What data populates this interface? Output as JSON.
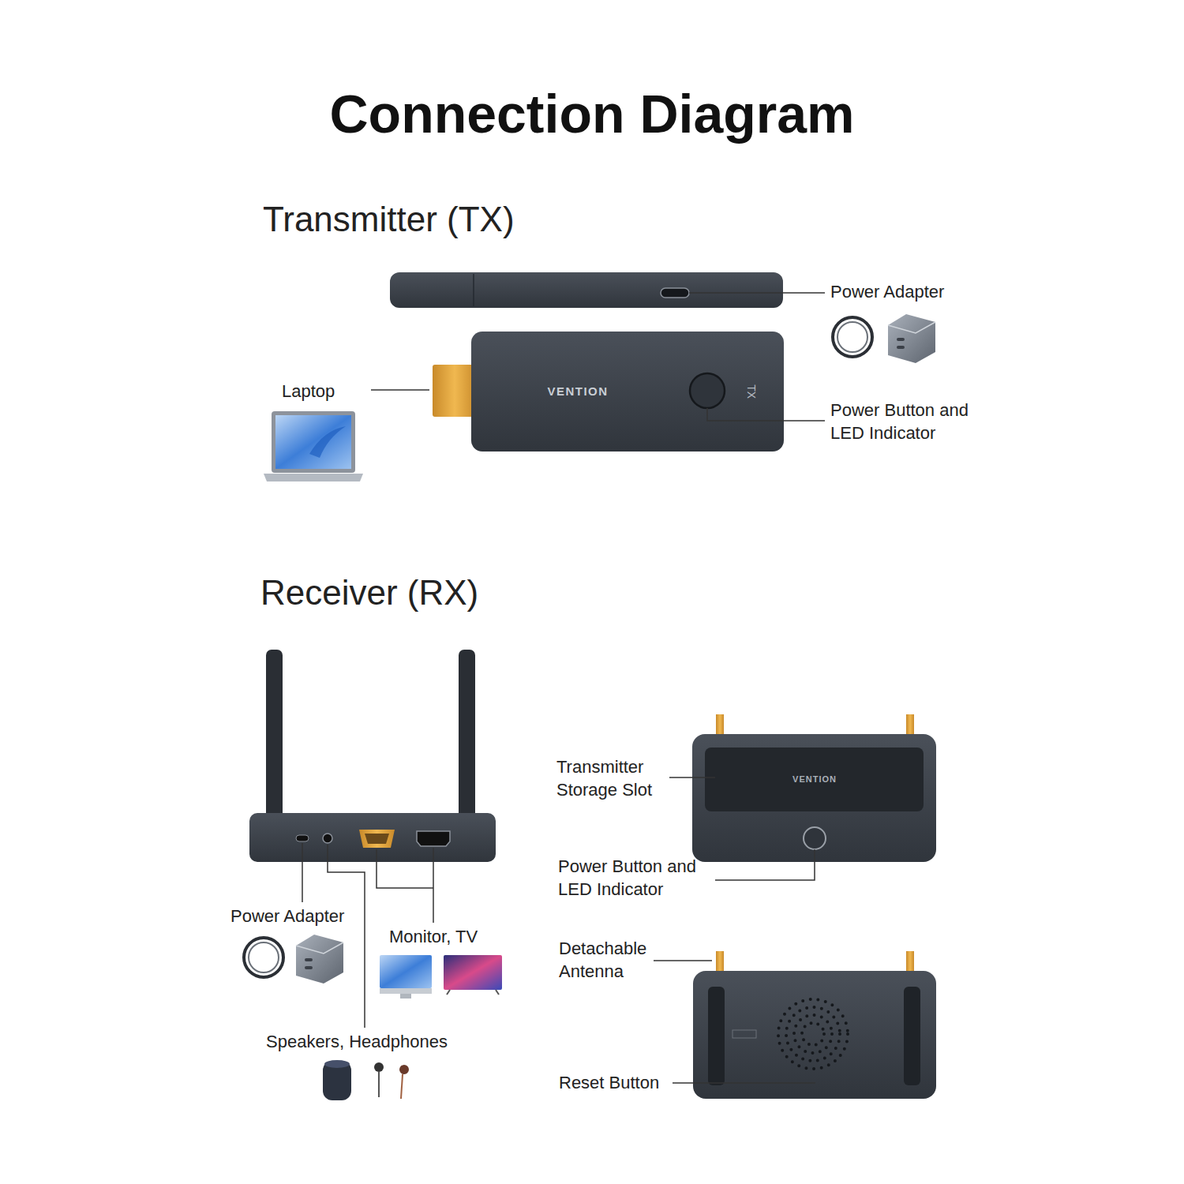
{
  "diagram": {
    "title": "Connection Diagram",
    "labels": [
      "Transmitter (TX)",
      "Power Adapter",
      "VENTION",
      "TX",
      "Laptop",
      "Power Button and LED Indicator",
      "Receiver (RX)",
      "Transmitter Storage Slot",
      "VENTION",
      "Power Button and LED Indicator",
      "Power Adapter",
      "Monitor, TV",
      "Detachable Antenna",
      "Speakers, Headphones",
      "Reset Button"
    ]
  }
}
